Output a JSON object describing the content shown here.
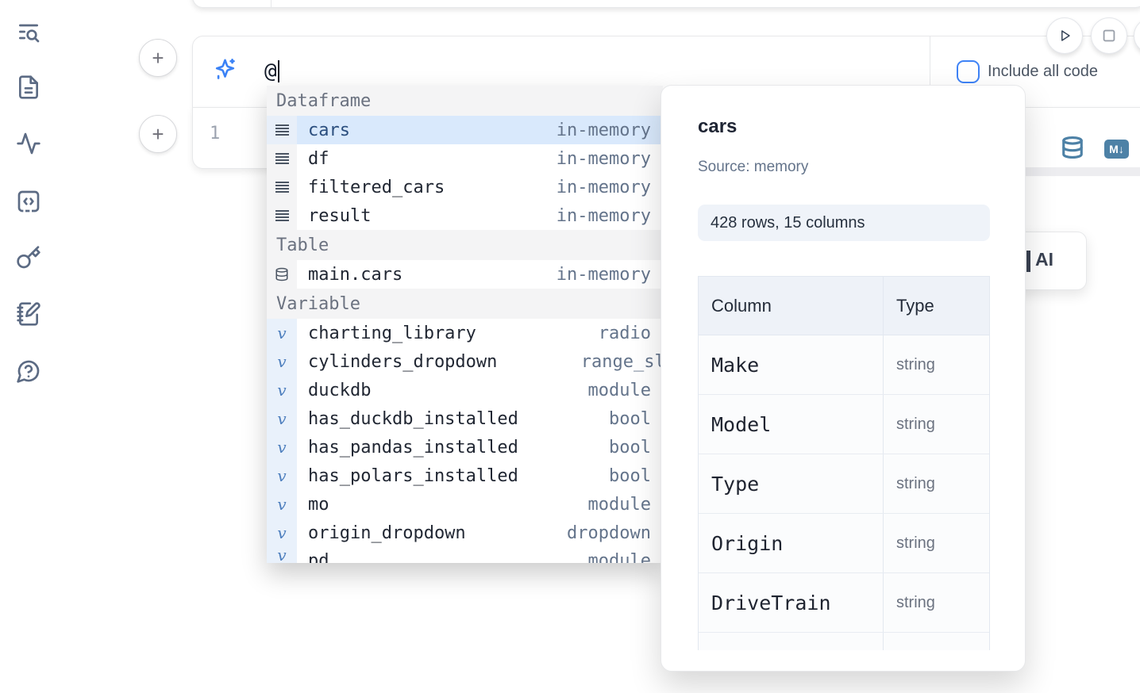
{
  "sidebar": {
    "icons": [
      "list-search",
      "file-text",
      "activity",
      "code-square",
      "key",
      "notebook-pen",
      "help-message"
    ]
  },
  "ai_cell": {
    "prompt": "@",
    "include_all_code_label": "Include all code",
    "include_all_code_checked": false,
    "add_cell_glyph": "+"
  },
  "code_cell": {
    "line_number": "1",
    "markdown_badge": "M↓"
  },
  "background": {
    "partial_button_label": "AI"
  },
  "autocomplete": {
    "variable_glyph": "v",
    "sections": [
      {
        "label": "Dataframe",
        "items": [
          {
            "name": "cars",
            "type": "in-memory",
            "selected": true
          },
          {
            "name": "df",
            "type": "in-memory"
          },
          {
            "name": "filtered_cars",
            "type": "in-memory"
          },
          {
            "name": "result",
            "type": "in-memory"
          }
        ]
      },
      {
        "label": "Table",
        "items": [
          {
            "name": "main.cars",
            "type": "in-memory"
          }
        ]
      },
      {
        "label": "Variable",
        "items": [
          {
            "name": "charting_library",
            "type": "radio"
          },
          {
            "name": "cylinders_dropdown",
            "type": "range_sli"
          },
          {
            "name": "duckdb",
            "type": "module"
          },
          {
            "name": "has_duckdb_installed",
            "type": "bool"
          },
          {
            "name": "has_pandas_installed",
            "type": "bool"
          },
          {
            "name": "has_polars_installed",
            "type": "bool"
          },
          {
            "name": "mo",
            "type": "module"
          },
          {
            "name": "origin_dropdown",
            "type": "dropdown"
          },
          {
            "name": "pd",
            "type": "module"
          }
        ]
      }
    ]
  },
  "preview": {
    "title": "cars",
    "source": "Source: memory",
    "dimensions": "428 rows, 15 columns",
    "table": {
      "headers": [
        "Column",
        "Type"
      ],
      "rows": [
        [
          "Make",
          "string"
        ],
        [
          "Model",
          "string"
        ],
        [
          "Type",
          "string"
        ],
        [
          "Origin",
          "string"
        ],
        [
          "DriveTrain",
          "string"
        ]
      ]
    }
  },
  "colors": {
    "accent": "#3b82f6",
    "steel_blue": "#4d81a6",
    "selection": "#d9e9fc"
  }
}
